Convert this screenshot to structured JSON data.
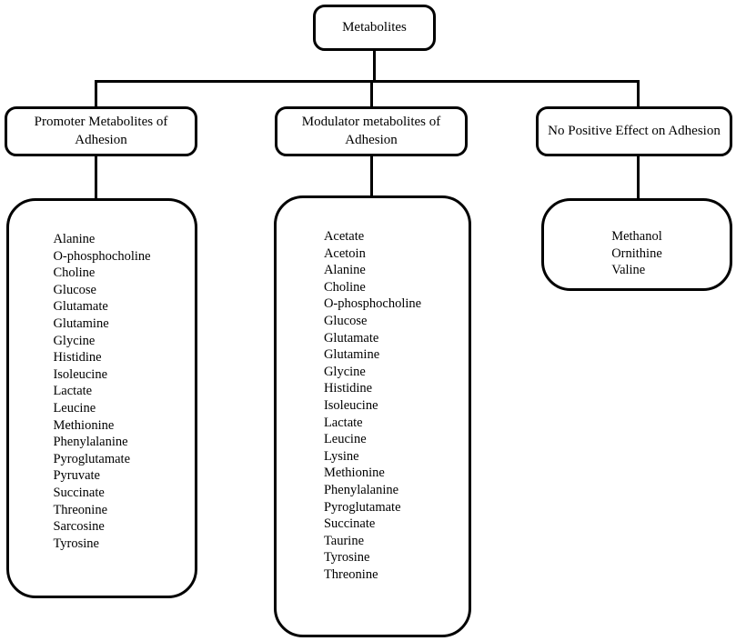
{
  "diagram": {
    "root": {
      "label": "Metabolites"
    },
    "branches": [
      {
        "header": {
          "line1": "Promoter Metabolites of",
          "line2": "Adhesion"
        },
        "items": [
          "Alanine",
          "O-phosphocholine",
          "Choline",
          "Glucose",
          "Glutamate",
          "Glutamine",
          "Glycine",
          "Histidine",
          "Isoleucine",
          "Lactate",
          "Leucine",
          "Methionine",
          "Phenylalanine",
          "Pyroglutamate",
          "Pyruvate",
          "Succinate",
          "Threonine",
          "Sarcosine",
          "Tyrosine"
        ]
      },
      {
        "header": {
          "line1": "Modulator metabolites of",
          "line2": "Adhesion"
        },
        "items": [
          "Acetate",
          "Acetoin",
          "Alanine",
          "Choline",
          "O-phosphocholine",
          "Glucose",
          "Glutamate",
          "Glutamine",
          "Glycine",
          "Histidine",
          "Isoleucine",
          "Lactate",
          "Leucine",
          "Lysine",
          "Methionine",
          "Phenylalanine",
          "Pyroglutamate",
          "Succinate",
          "Taurine",
          "Tyrosine",
          "Threonine"
        ]
      },
      {
        "header": {
          "line1": "No Positive Effect on Adhesion",
          "line2": ""
        },
        "items": [
          "Methanol",
          "Ornithine",
          "Valine"
        ]
      }
    ],
    "colors": {
      "stroke": "#000000",
      "background": "#ffffff",
      "text": "#000000"
    }
  }
}
